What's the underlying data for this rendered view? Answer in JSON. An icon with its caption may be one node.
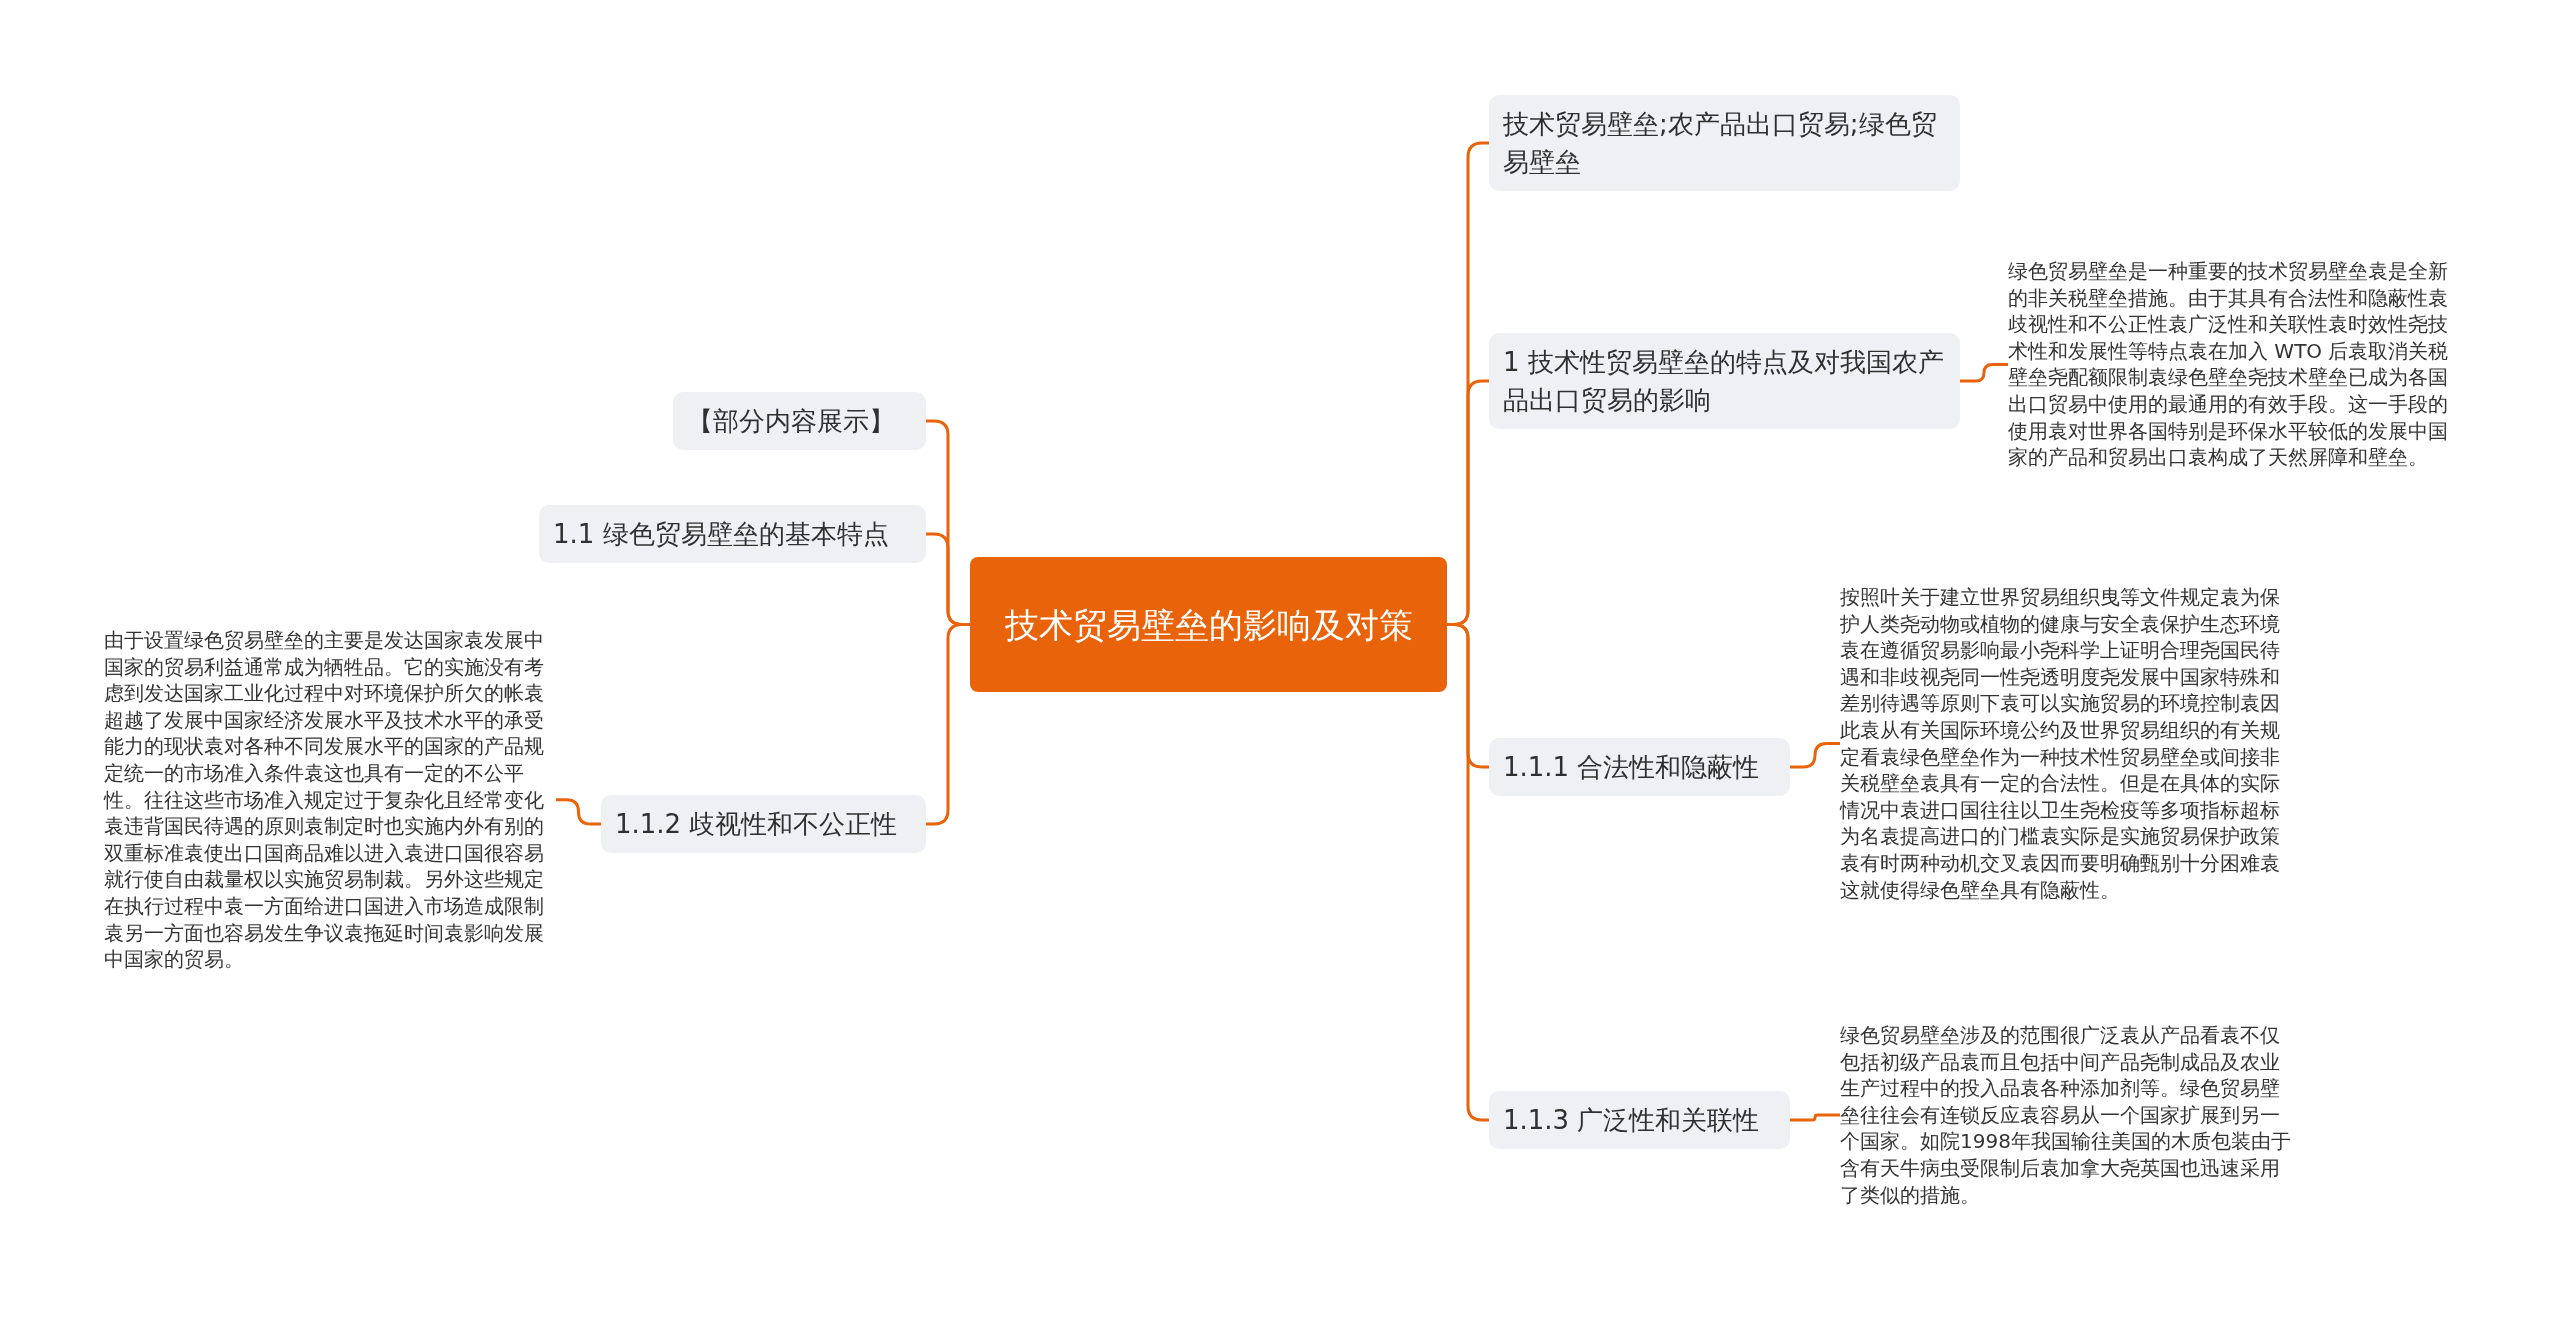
{
  "diagram": {
    "nodes": [
      {
        "text": [
          "技术贸易壁垒的影响及对策"
        ]
      },
      {
        "text": [
          "【部分内容展示】"
        ]
      },
      {
        "text": [
          "1.1 绿色贸易壁垒的基本特点"
        ]
      },
      {
        "text": [
          "1.1.2 歧视性和不公正性"
        ]
      },
      {
        "text": [
          "由于设置绿色贸易壁垒的主要是发达国家袁发展中国家的贸易利益通常成为牺牲品。它的实施没有考虑到发达国家工业化过程中对环境保护所欠的帐袁超越了发展中国家经济发展水平及技术水平的承受能力的现状袁对各种不同发展水平的国家的产品规定统一的市场准入条件袁这也具有一定的不公平性。往往这些市场准入规定过于复杂化且经常变化袁违背国民待遇的原则袁制定时也实施内外有别的双重标准袁使出口国商品难以进入袁进口国很容易就行使自由裁量权以实施贸易制裁。另外这些规定在执行过程中袁一方面给进口国进入市场造成限制袁另一方面也容易发生争议袁拖延时间袁影响发展中国家的贸易。"
        ]
      },
      {
        "text": [
          "技术贸易壁垒;农产品出口贸易;绿色贸易壁垒"
        ]
      },
      {
        "text": [
          "1 技术性贸易壁垒的特点及对我国农产品出口贸易的影响"
        ]
      },
      {
        "text": [
          "绿色贸易壁垒是一种重要的技术贸易壁垒袁是全新的非关税壁垒措施。由于其具有合法性和隐蔽性袁歧视性和不公正性袁广泛性和关联性袁时效性尧技术性和发展性等特点袁在加入 WTO 后袁取消关税壁垒尧配额限制袁绿色壁垒尧技术壁垒已成为各国出口贸易中使用的最通用的有效手段。这一手段的使用袁对世界各国特别是环保水平较低的发展中国家的产品和贸易出口袁构成了天然屏障和壁垒。"
        ]
      },
      {
        "text": [
          "1.1.1 合法性和隐蔽性"
        ]
      },
      {
        "text": [
          "按照叶关于建立世界贸易组织曳等文件规定袁为保护人类尧动物或植物的健康与安全袁保护生态环境袁在遵循贸易影响最小尧科学上证明合理尧国民待遇和非歧视尧同一性尧透明度尧发展中国家特殊和差别待遇等原则下袁可以实施贸易的环境控制袁因此袁从有关国际环境公约及世界贸易组织的有关规定看袁绿色壁垒作为一种技术性贸易壁垒或间接非关税壁垒袁具有一定的合法性。但是在具体的实际情况中袁进口国往往以卫生尧检疫等多项指标超标为名袁提高进口的门槛袁实际是实施贸易保护政策袁有时两种动机交叉袁因而要明确甄别十分困难袁这就使得绿色壁垒具有隐蔽性。"
        ]
      },
      {
        "text": [
          "1.1.3 广泛性和关联性"
        ]
      },
      {
        "text": [
          "绿色贸易壁垒涉及的范围很广泛袁从产品看袁不仅包括初级产品袁而且包括中间产品尧制成品及农业生产过程中的投入品袁各种添加剂等。绿色贸易壁垒往往会有连锁反应袁容易从一个国家扩展到另一个国家。如院1998年我国输往美国的木质包装由于含有天牛病虫受限制后袁加拿大尧英国也迅速采用了类似的措施。"
        ]
      }
    ],
    "edges": [
      {
        "from": 0,
        "to": 1,
        "arrow": "none"
      },
      {
        "from": 0,
        "to": 2,
        "arrow": "none"
      },
      {
        "from": 0,
        "to": 3,
        "arrow": "none"
      },
      {
        "from": 3,
        "to": 4,
        "arrow": "none"
      },
      {
        "from": 0,
        "to": 5,
        "arrow": "none"
      },
      {
        "from": 0,
        "to": 6,
        "arrow": "none"
      },
      {
        "from": 6,
        "to": 7,
        "arrow": "none"
      },
      {
        "from": 0,
        "to": 8,
        "arrow": "none"
      },
      {
        "from": 8,
        "to": 9,
        "arrow": "none"
      },
      {
        "from": 0,
        "to": 10,
        "arrow": "none"
      },
      {
        "from": 10,
        "to": 11,
        "arrow": "none"
      }
    ]
  }
}
